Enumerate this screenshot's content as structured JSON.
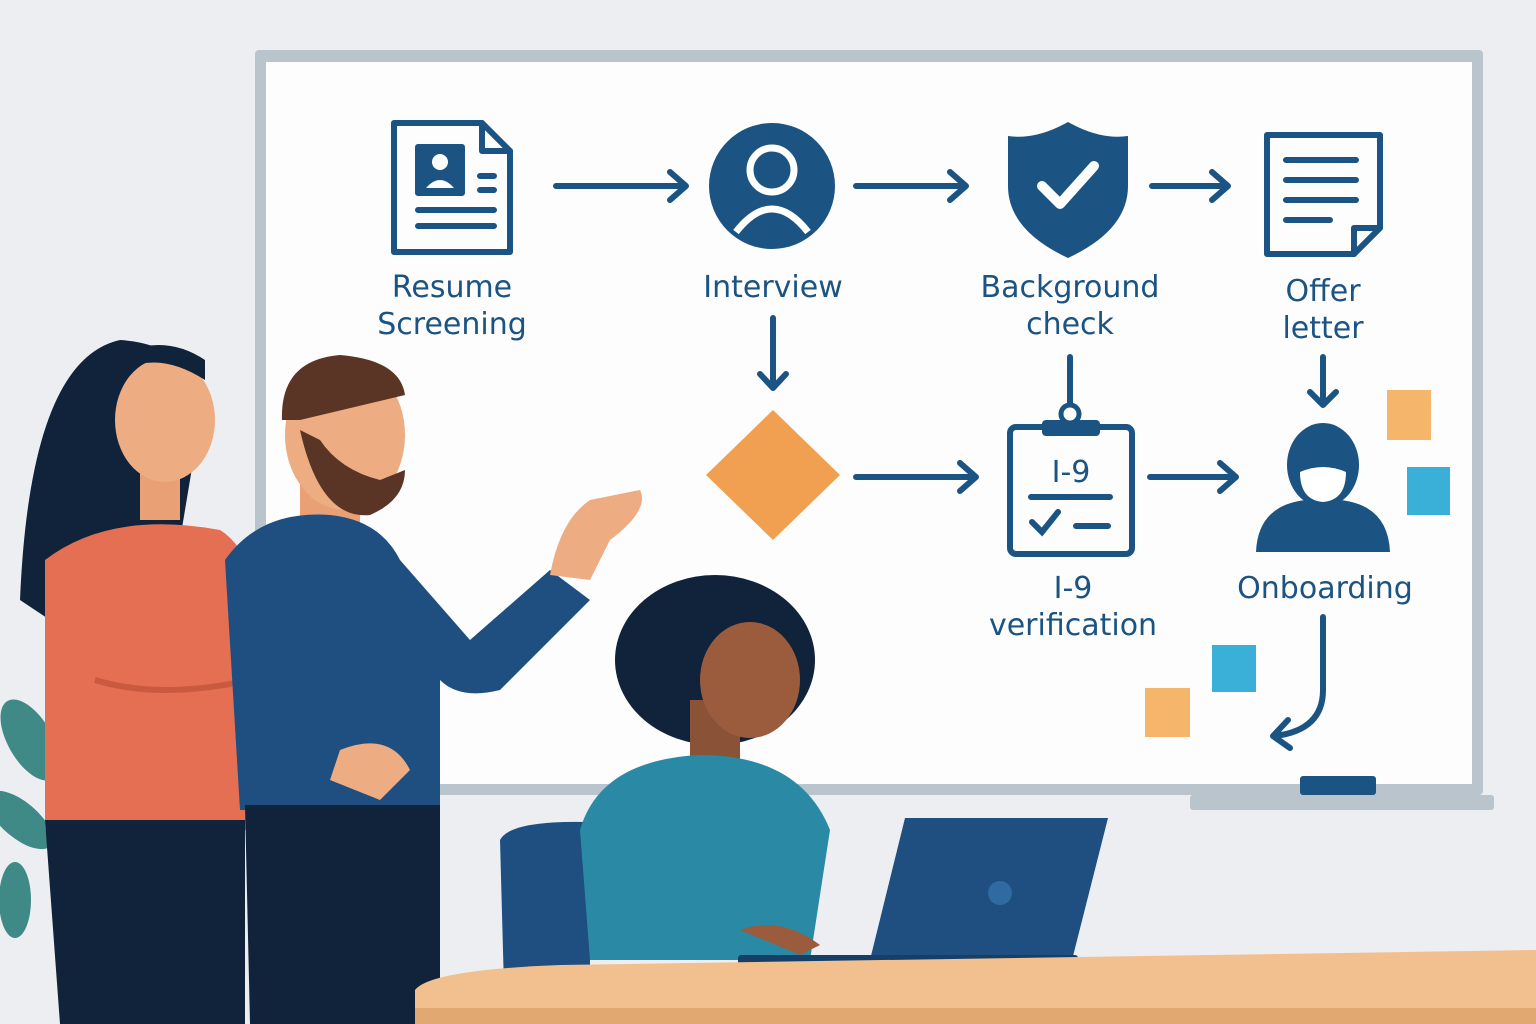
{
  "whiteboard": {
    "steps": [
      {
        "label_lines": [
          "Resume",
          "Screening"
        ],
        "icon": "resume-document-icon"
      },
      {
        "label_lines": [
          "Interview"
        ],
        "icon": "person-circle-icon"
      },
      {
        "label_lines": [
          "Background",
          "check"
        ],
        "icon": "shield-check-icon"
      },
      {
        "label_lines": [
          "Offer",
          "letter"
        ],
        "icon": "letter-document-icon"
      },
      {
        "label_lines": [
          "I-9",
          "verification"
        ],
        "icon": "clipboard-icon",
        "icon_text": "I-9"
      },
      {
        "label_lines": [
          "Onboarding"
        ],
        "icon": "person-icon"
      }
    ],
    "decision": {
      "icon": "decision-diamond-icon"
    }
  },
  "colors": {
    "ink": "#1b5382",
    "orange": "#f0a050",
    "sticky_blue": "#3ab0d8",
    "background": "#eceef2"
  }
}
